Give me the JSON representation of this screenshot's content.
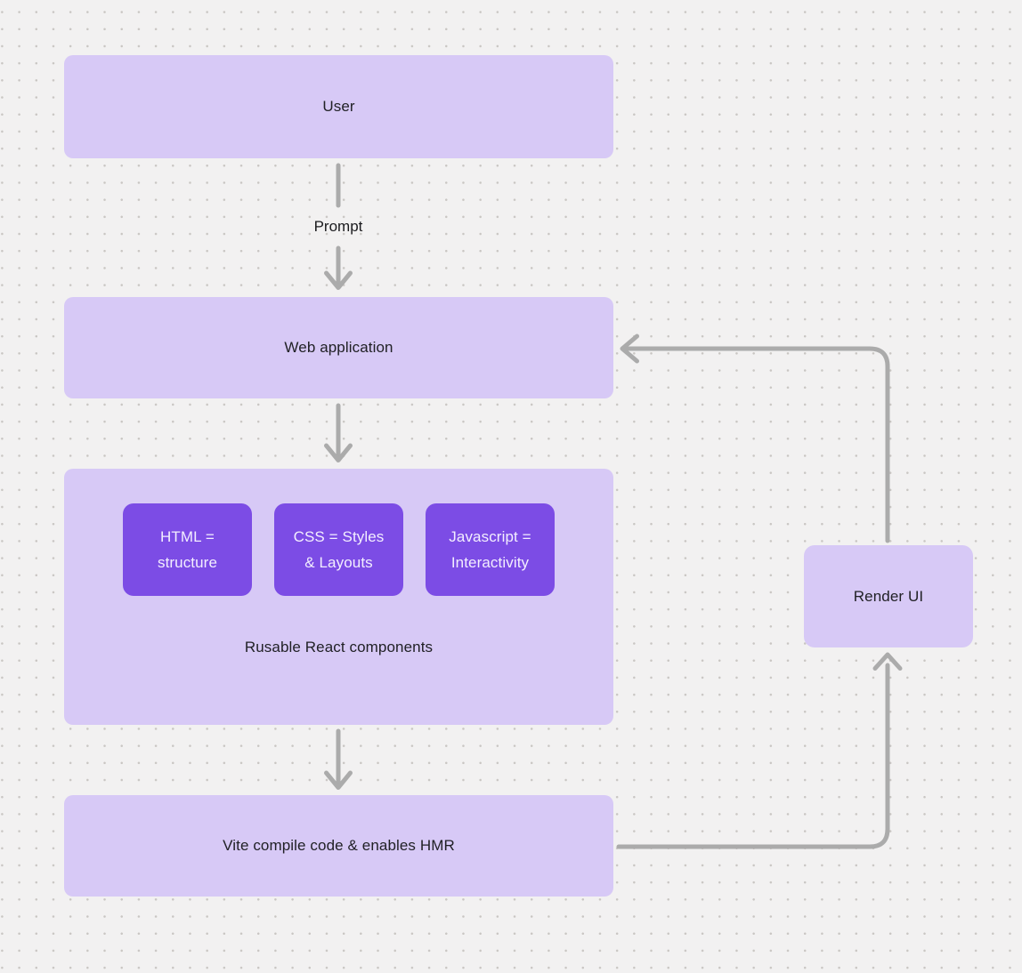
{
  "colors": {
    "background": "#f2f1f1",
    "dot": "#c9c6c3",
    "node_fill": "#d7c9f6",
    "node_text": "#212126",
    "chip_fill": "#7c4ce5",
    "chip_text": "#f3eeff",
    "connector": "#ababab"
  },
  "nodes": {
    "user": {
      "label": "User"
    },
    "web_application": {
      "label": "Web application"
    },
    "components_group": {
      "chips": [
        {
          "lines": [
            "HTML =",
            "structure"
          ]
        },
        {
          "lines": [
            "CSS = Styles",
            "& Layouts"
          ]
        },
        {
          "lines": [
            "Javascript =",
            "Interactivity"
          ]
        }
      ],
      "caption": "Rusable React components"
    },
    "vite": {
      "label": "Vite compile code & enables HMR"
    },
    "render_ui": {
      "label": "Render UI"
    }
  },
  "edges": {
    "prompt_label": "Prompt"
  }
}
